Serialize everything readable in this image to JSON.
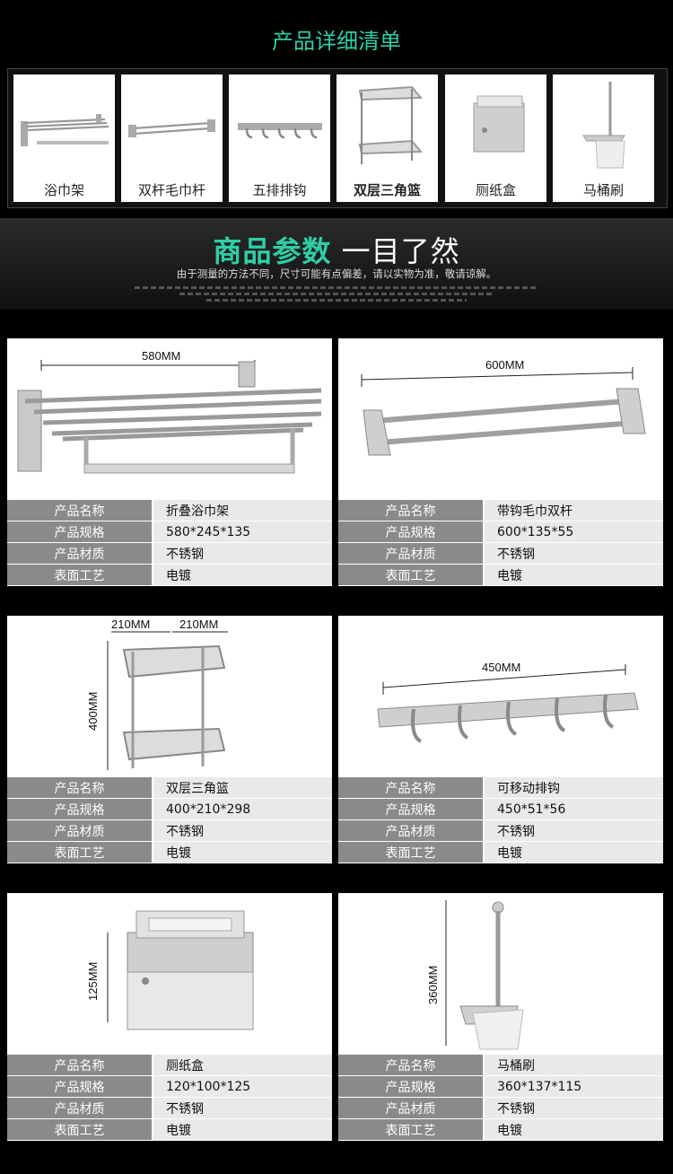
{
  "header": {
    "title": "产品详细清单"
  },
  "strip": [
    {
      "label": "浴巾架",
      "bold": false
    },
    {
      "label": "双杆毛巾杆",
      "bold": false
    },
    {
      "label": "五排排钩",
      "bold": false
    },
    {
      "label": "双层三角篮",
      "bold": true
    },
    {
      "label": "厕纸盒",
      "bold": false
    },
    {
      "label": "马桶刷",
      "bold": false
    }
  ],
  "band": {
    "title_accent": "商品参数",
    "title_rest": "一目了然",
    "subtitle": "由于测量的方法不同，尺寸可能有点偏差，请以实物为准，敬请谅解。"
  },
  "row_keys": [
    "产品名称",
    "产品规格",
    "产品材质",
    "表面工艺"
  ],
  "products": [
    {
      "dims": [
        "580MM"
      ],
      "values": [
        "折叠浴巾架",
        "580*245*135",
        "不锈钢",
        "电镀"
      ]
    },
    {
      "dims": [
        "600MM"
      ],
      "values": [
        "带钩毛巾双杆",
        "600*135*55",
        "不锈钢",
        "电镀"
      ]
    },
    {
      "dims": [
        "210MM",
        "210MM",
        "400MM"
      ],
      "values": [
        "双层三角篮",
        "400*210*298",
        "不锈钢",
        "电镀"
      ]
    },
    {
      "dims": [
        "450MM"
      ],
      "values": [
        "可移动排钩",
        "450*51*56",
        "不锈钢",
        "电镀"
      ]
    },
    {
      "dims": [
        "125MM"
      ],
      "values": [
        "厕纸盒",
        "120*100*125",
        "不锈钢",
        "电镀"
      ]
    },
    {
      "dims": [
        "360MM"
      ],
      "values": [
        "马桶刷",
        "360*137*115",
        "不锈钢",
        "电镀"
      ]
    }
  ]
}
